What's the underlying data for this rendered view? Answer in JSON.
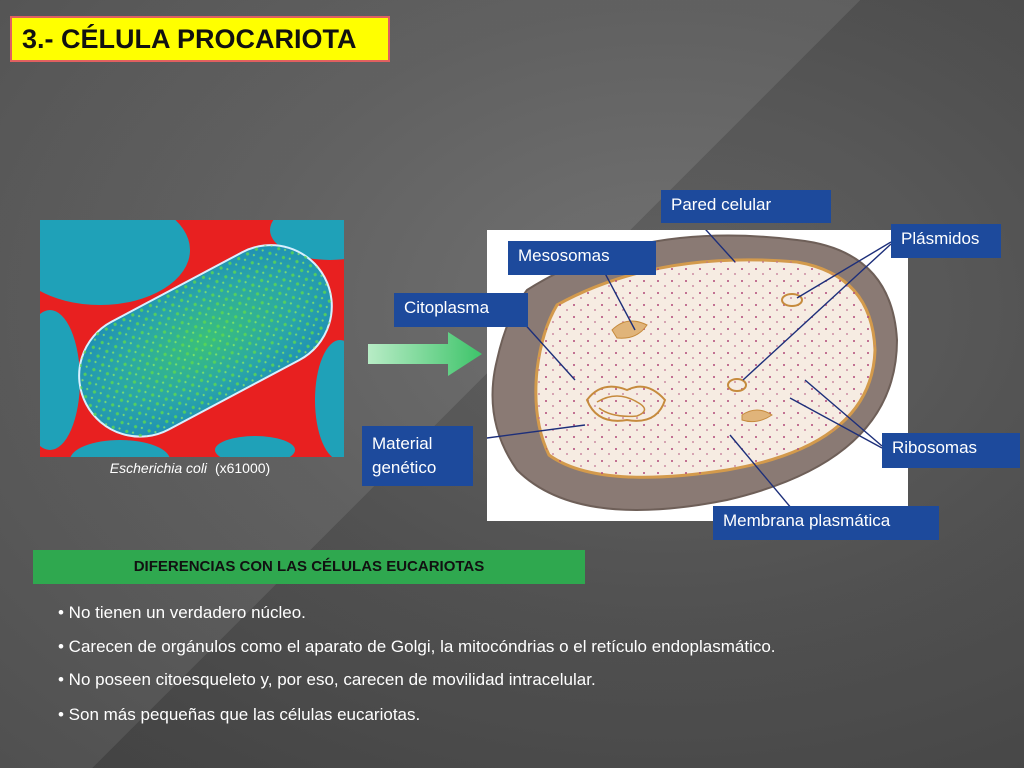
{
  "slide": {
    "title": "3.- CÉLULA PROCARIOTA"
  },
  "micrograph": {
    "species": "Escherichia coli",
    "magnification": "(x61000)"
  },
  "diagram": {
    "labels": {
      "pared_celular": "Pared celular",
      "plasmidos": "Plásmidos",
      "mesosomas": "Mesosomas",
      "citoplasma": "Citoplasma",
      "material_genetico": [
        "Material",
        "genético"
      ],
      "ribosomas": "Ribosomas",
      "membrana_plasmatica": "Membrana plasmática"
    }
  },
  "differences": {
    "header": "DIFERENCIAS CON LAS CÉLULAS EUCARIOTAS",
    "items": [
      "• No tienen un verdadero núcleo.",
      "• Carecen de orgánulos como el aparato de Golgi, la mitocóndrias o el retículo endoplasmático.",
      "• No poseen citoesqueleto y, por eso, carecen de movilidad intracelular.",
      "• Son más pequeñas que las células eucariotas."
    ]
  },
  "colors": {
    "title_bg": "#ffff00",
    "label_bg": "#1d4a9c",
    "header_bg": "#2fa84f",
    "arrow": "#3ec46a"
  }
}
